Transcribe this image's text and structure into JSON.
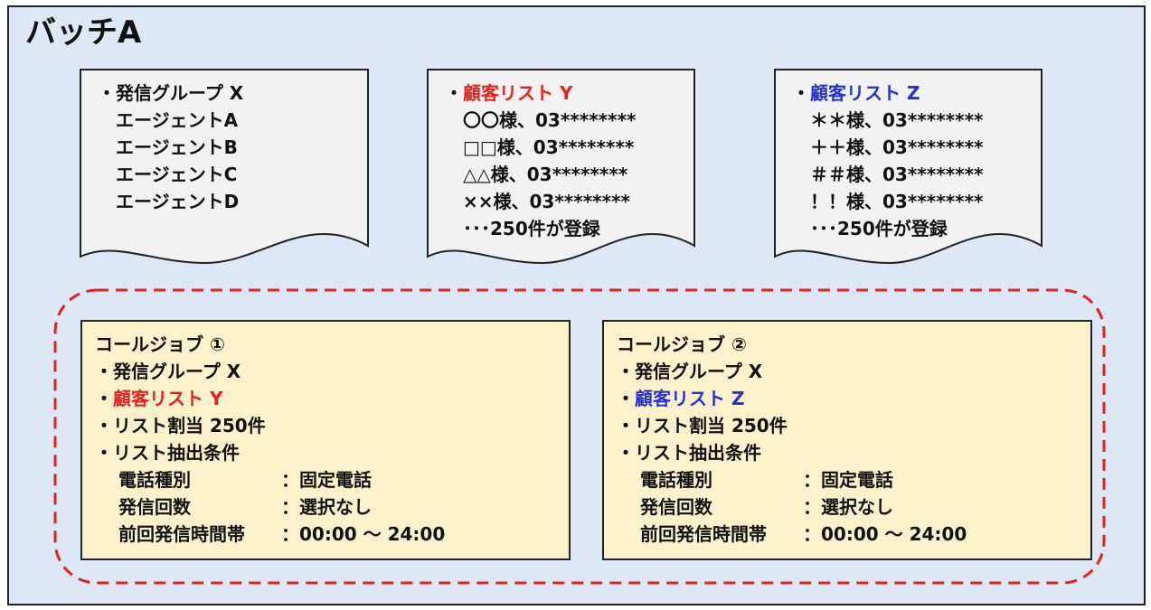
{
  "batch": {
    "title": "バッチA"
  },
  "documents": [
    {
      "title": "・発信グループ X",
      "title_color": "#111111",
      "lines": [
        "エージェントA",
        "エージェントB",
        "エージェントC",
        "エージェントD"
      ]
    },
    {
      "bullet": "・",
      "title": "顧客リスト Y",
      "title_color": "#e8201c",
      "lines": [
        "〇〇様、03********",
        "□□様、03********",
        "△△様、03********",
        "××様、03********",
        "･･･250件が登録"
      ]
    },
    {
      "bullet": "・",
      "title": "顧客リスト Z",
      "title_color": "#2231d8",
      "lines": [
        "＊＊様、03********",
        "＋＋様、03********",
        "＃＃様、03********",
        "！！様、03********",
        "･･･250件が登録"
      ]
    }
  ],
  "jobs": [
    {
      "title": "コールジョブ ①",
      "group": "・発信グループ X",
      "list_bullet": "・",
      "list": "顧客リスト Y",
      "list_color": "#e8201c",
      "allocation": "・リスト割当 250件",
      "conditions_label": "・リスト抽出条件",
      "conditions": [
        {
          "key": "電話種別",
          "value": "：固定電話"
        },
        {
          "key": "発信回数",
          "value": "：選択なし"
        },
        {
          "key": "前回発信時間帯",
          "value": "：00:00 ～ 24:00"
        }
      ]
    },
    {
      "title": "コールジョブ ②",
      "group": "・発信グループ X",
      "list_bullet": "・",
      "list": "顧客リスト Z",
      "list_color": "#2231d8",
      "allocation": "・リスト割当 250件",
      "conditions_label": "・リスト抽出条件",
      "conditions": [
        {
          "key": "電話種別",
          "value": "：固定電話"
        },
        {
          "key": "発信回数",
          "value": "：選択なし"
        },
        {
          "key": "前回発信時間帯",
          "value": "：00:00 ～ 24:00"
        }
      ]
    }
  ],
  "colors": {
    "background": "#dce8f5",
    "job_fill": "#fdf1cc",
    "dash_border": "#e8201c",
    "doc_fill": "#f2f2f2"
  }
}
